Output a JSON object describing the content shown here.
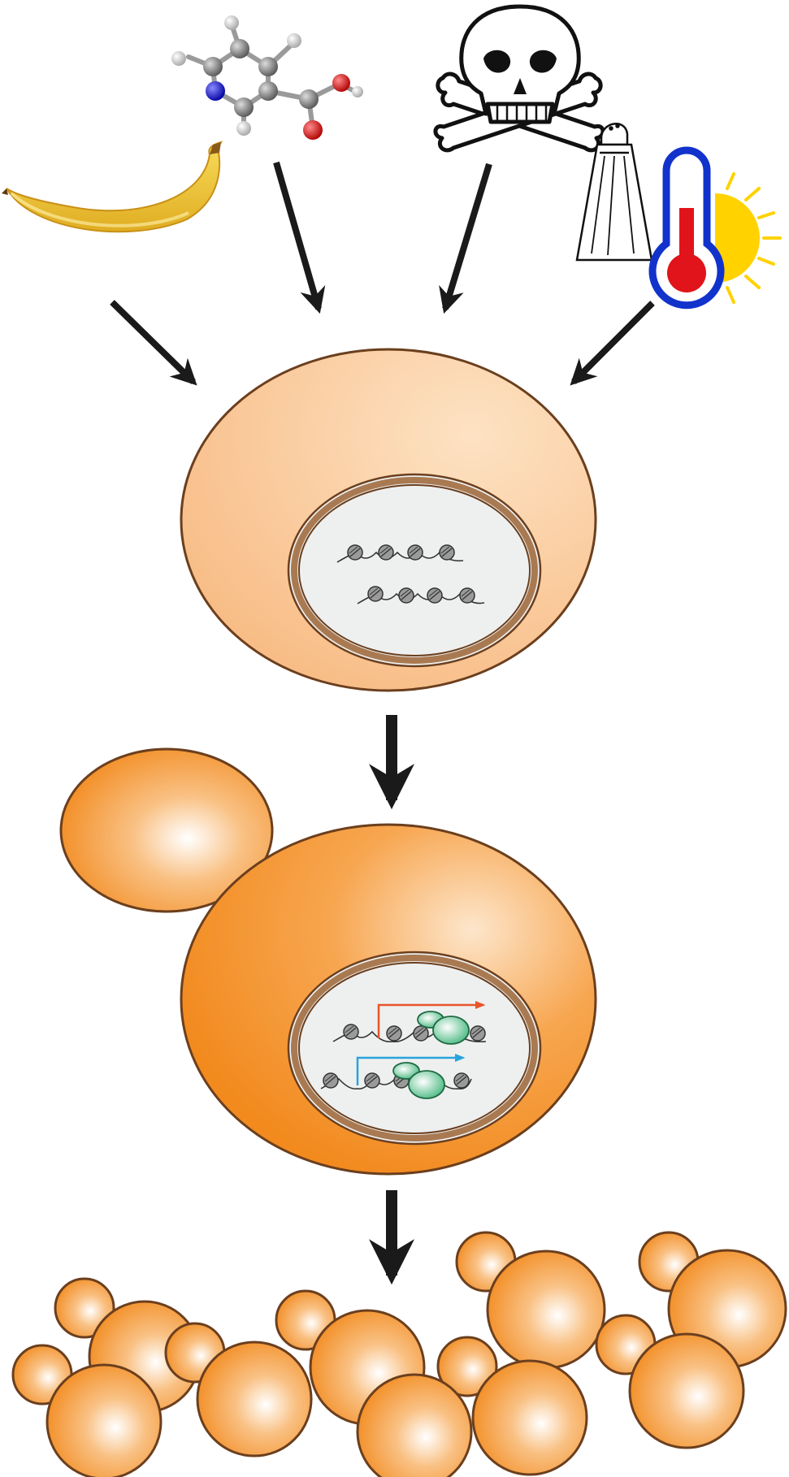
{
  "figure": {
    "inputs": [
      {
        "id": "banana",
        "icon": "banana-icon"
      },
      {
        "id": "molecule",
        "icon": "nicotinic-acid-molecule-icon"
      },
      {
        "id": "toxin",
        "icon": "skull-crossbones-icon"
      },
      {
        "id": "salt",
        "icon": "salt-shaker-icon"
      },
      {
        "id": "temperature",
        "icon": "thermometer-icon"
      },
      {
        "id": "sun",
        "icon": "sun-icon"
      }
    ],
    "stages": [
      "resting-cell",
      "budding-cell-with-active-transcription",
      "proliferating-colony"
    ],
    "colors": {
      "cell_light": "#fbc58f",
      "cell_dark": "#f28a1e",
      "cell_outline": "#6b3f1e",
      "nucleus_fill": "#eef0f0",
      "nucleus_ring": "#9a6a44",
      "arrow": "#1a1a1a",
      "transcript_red": "#e8542a",
      "transcript_blue": "#29a3dc",
      "polymerase_green": "#54c78e",
      "banana_yellow": "#f2cc3a",
      "thermometer_blue": "#1133cc",
      "thermometer_red": "#e0141a",
      "sun_yellow": "#ffd200"
    }
  }
}
